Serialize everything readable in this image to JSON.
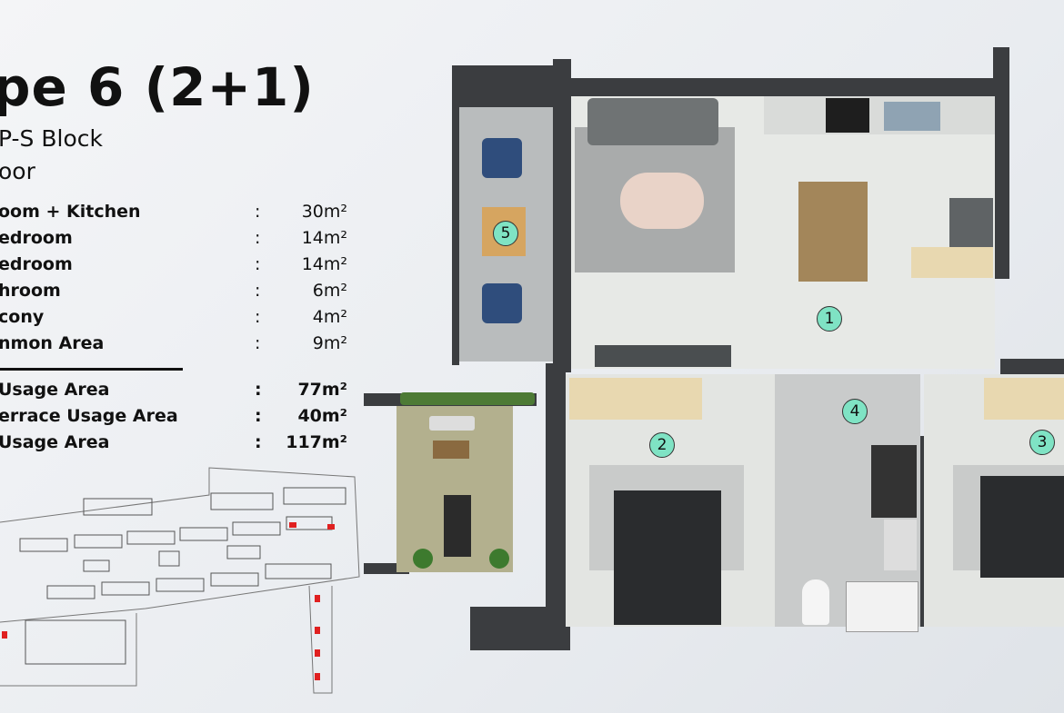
{
  "header": {
    "title": "pe 6 (2+1)",
    "block": "P-S Block",
    "floor": "oor"
  },
  "areas": [
    {
      "label": "oom + Kitchen",
      "value": "30m²"
    },
    {
      "label": "edroom",
      "value": "14m²"
    },
    {
      "label": "edroom",
      "value": "14m²"
    },
    {
      "label": "hroom",
      "value": "6m²"
    },
    {
      "label": "cony",
      "value": "4m²"
    },
    {
      "label": "nmon Area",
      "value": "9m²"
    }
  ],
  "totals": [
    {
      "label": "Usage Area",
      "value": "77m²"
    },
    {
      "label": "errace Usage Area",
      "value": "40m²"
    },
    {
      "label": "Usage Area",
      "value": "117m²"
    }
  ],
  "separator": ":",
  "room_markers": [
    "1",
    "2",
    "3",
    "4",
    "5"
  ],
  "colors": {
    "marker": "#7fe3c4",
    "wall": "#3b3d40",
    "site_highlight": "#e02020"
  }
}
